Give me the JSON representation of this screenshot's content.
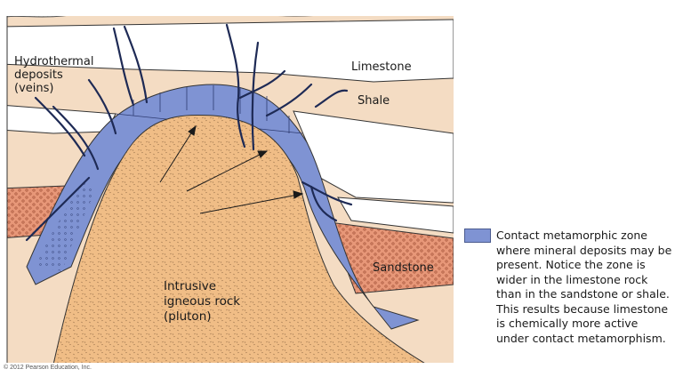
{
  "labels": {
    "hydrothermal": [
      "Hydrothermal",
      "deposits",
      "(veins)"
    ],
    "limestone": "Limestone",
    "shale": "Shale",
    "sandstone": "Sandstone",
    "intrusive": [
      "Intrusive",
      "igneous rock",
      "(pluton)"
    ]
  },
  "legend": {
    "lines": [
      "Contact metamorphic zone",
      "where mineral deposits may be",
      "present.  Notice the zone is",
      "wider in the limestone rock",
      "than in the sandstone or shale.",
      "This results because limestone",
      "is chemically more active",
      "under contact metamorphism."
    ]
  },
  "copyright": "© 2012 Pearson Education, Inc.",
  "colors": {
    "metamorphic_zone": "#7f93d3",
    "shale": "#f4dcc3",
    "sandstone": "#e79778",
    "pluton": "#f0bd86",
    "limestone": "#ffffff",
    "veins": "#1e2a55"
  }
}
